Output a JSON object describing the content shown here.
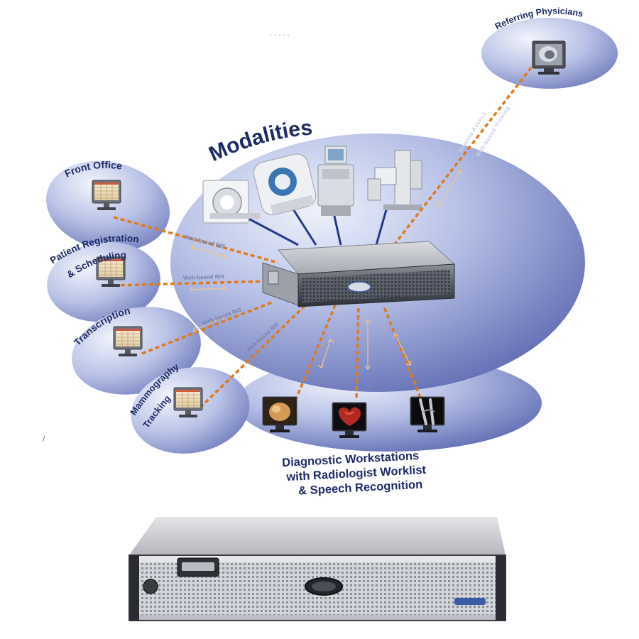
{
  "diagram": {
    "labels": {
      "referring_physicians": "Referring Physicians",
      "modalities": "Modalities",
      "front_office": "Front Office",
      "patient_reg_line1": "Patient Registration",
      "patient_reg_line2": "& Scheduling",
      "transcription": "Transcription",
      "mammo_line1": "Mammography",
      "mammo_line2": "Tracking",
      "diag_line1": "Diagnostic Workstations",
      "diag_line2": "with Radiologist Worklist",
      "diag_line3": "& Speech Recognition"
    },
    "links": {
      "web_ris": "Web-based RIS",
      "remote_access": "Remote Access",
      "web_viewing": "Web-based Viewing"
    },
    "colors": {
      "ellipse_light": "#c3cbe8",
      "ellipse_dark": "#5f6db5",
      "link_orange": "#e07a1c",
      "label_navy": "#1d2b66",
      "server_silver": "#c7c9cf"
    }
  }
}
